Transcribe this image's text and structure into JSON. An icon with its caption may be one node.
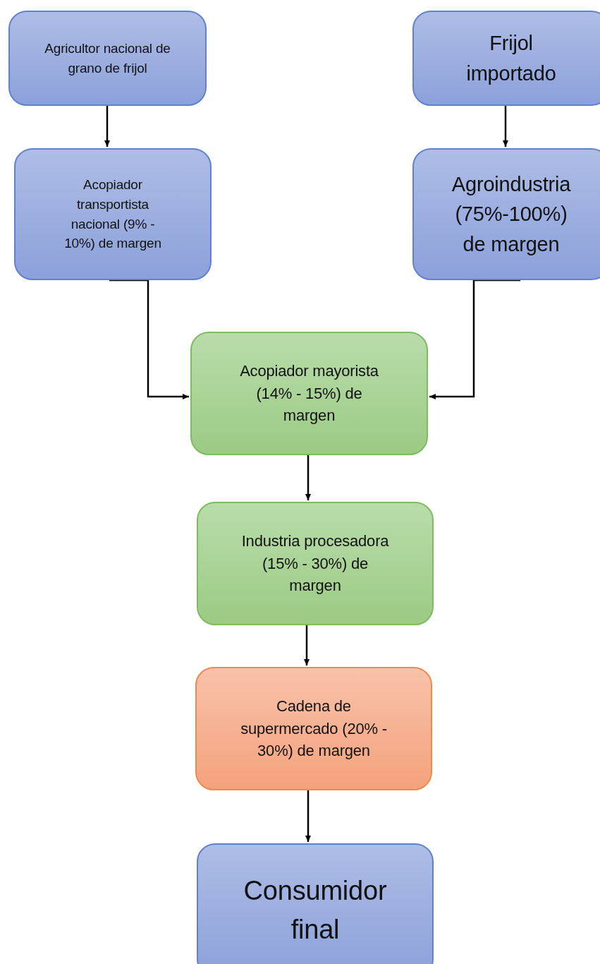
{
  "diagram": {
    "nodes": [
      {
        "text": [
          "Agricultor nacional de grano de frijol"
        ]
      },
      {
        "text": [
          "Frijol importado"
        ]
      },
      {
        "text": [
          "Acopiador transportista nacional (9% - 10%) de margen"
        ]
      },
      {
        "text": [
          "Agroindustria (75%-100%) de margen"
        ]
      },
      {
        "text": [
          "Acopiador mayorista (14% - 15%) de margen"
        ]
      },
      {
        "text": [
          "Industria procesadora (15% - 30%) de margen"
        ]
      },
      {
        "text": [
          "Cadena de supermercado (20% - 30%) de margen"
        ]
      },
      {
        "text": [
          "Consumidor final"
        ]
      }
    ],
    "edges": [
      {
        "from": 0,
        "to": 2,
        "arrow": "to"
      },
      {
        "from": 1,
        "to": 3,
        "arrow": "to"
      },
      {
        "from": 2,
        "to": 4,
        "arrow": "to"
      },
      {
        "from": 3,
        "to": 4,
        "arrow": "to"
      },
      {
        "from": 4,
        "to": 5,
        "arrow": "to"
      },
      {
        "from": 5,
        "to": 6,
        "arrow": "to"
      },
      {
        "from": 6,
        "to": 7,
        "arrow": "to"
      }
    ]
  }
}
